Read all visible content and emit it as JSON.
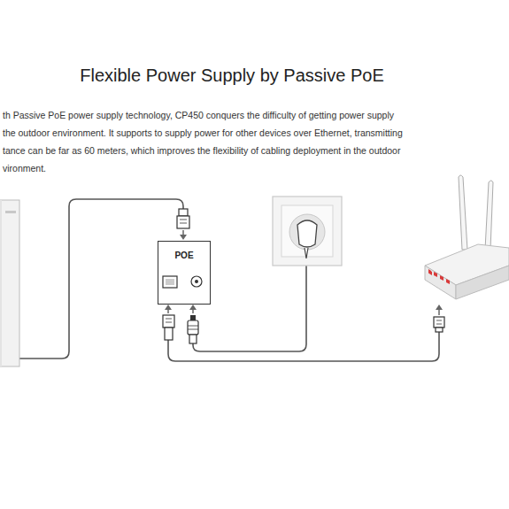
{
  "diagram": {
    "title": "Flexible Power Supply by Passive PoE",
    "nodes": [
      {
        "text": [
          "POE"
        ]
      }
    ],
    "labels": [
      "th Passive PoE power supply technology, CP450 conquers the difficulty of getting power supply",
      "the outdoor environment. It supports to supply power for other devices over Ethernet, transmitting",
      "tance can be far as 60 meters, which improves the flexibility of cabling deployment in the outdoor",
      "vironment."
    ]
  }
}
